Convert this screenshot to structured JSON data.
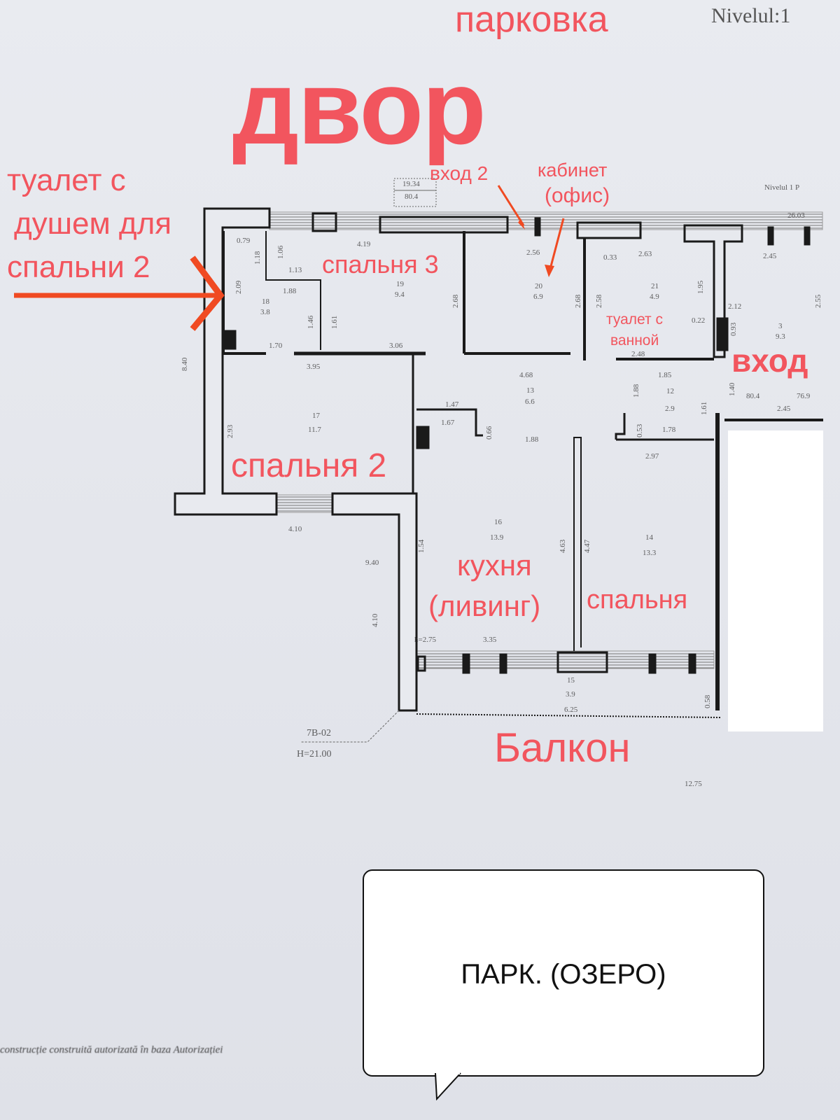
{
  "header": {
    "parking": "парковка",
    "level": "Nivelul:1",
    "yard": "двор"
  },
  "labels": {
    "toilet_shower": [
      "туалет с",
      "душем для",
      "спальни 2"
    ],
    "entrance2": "вход 2",
    "office": [
      "кабинет",
      "(офис)"
    ],
    "bedroom3": "спальня 3",
    "toilet_bath": [
      "туалет с",
      "ванной"
    ],
    "entrance": "вход",
    "bedroom2": "спальня 2",
    "kitchen": [
      "кухня",
      "(ливинг)"
    ],
    "bedroom": "спальня",
    "balcony": "Балкон"
  },
  "plan": {
    "stamp": [
      "19.34",
      "80.4"
    ],
    "level_small": "Nivelul 1 P",
    "rooms": [
      {
        "no": "18",
        "area": "3.8"
      },
      {
        "no": "19",
        "area": "9.4"
      },
      {
        "no": "20",
        "area": "6.9"
      },
      {
        "no": "21",
        "area": "4.9"
      },
      {
        "no": "3",
        "area": "9.3"
      },
      {
        "no": "17",
        "area": "11.7"
      },
      {
        "no": "13",
        "area": "6.6"
      },
      {
        "no": "12",
        "area": "2.9"
      },
      {
        "no": "16",
        "area": "13.9"
      },
      {
        "no": "14",
        "area": "13.3"
      },
      {
        "no": "15",
        "area": "3.9"
      }
    ],
    "dims": {
      "d419": "4.19",
      "d256": "2.56",
      "d263": "2.63",
      "d2603": "26.03",
      "d245a": "2.45",
      "d079": "0.79",
      "d118": "1.18",
      "d106": "1.06",
      "d113": "1.13",
      "d188": "1.88",
      "d209": "2.09",
      "d146": "1.46",
      "d161": "1.61",
      "d170": "1.70",
      "d306": "3.06",
      "d268a": "2.68",
      "d268b": "2.68",
      "d258": "2.58",
      "d033": "0.33",
      "d195": "1.95",
      "d212": "2.12",
      "d022": "0.22",
      "d093": "0.93",
      "d248": "2.48",
      "d255": "2.55",
      "d840": "8.40",
      "d395": "3.95",
      "d468": "4.68",
      "d185": "1.85",
      "d147": "1.47",
      "d167": "1.67",
      "d066": "0.66",
      "d188b": "1.88",
      "d188c": "1.88",
      "d053": "0.53",
      "d178": "1.78",
      "d161b": "1.61",
      "d140": "1.40",
      "d297": "2.97",
      "d293": "2.93",
      "d410": "4.10",
      "d940": "9.40",
      "d410b": "4.10",
      "d154": "1.54",
      "d463": "4.63",
      "d447": "4.47",
      "d275": "h=2.75",
      "d335": "3.35",
      "d625": "6.25",
      "d058": "0.58",
      "d1275": "12.75",
      "d245b": "2.45",
      "d804": "80.4",
      "d769": "76.9",
      "mark": "7B-02",
      "height": "H=21.00"
    }
  },
  "callout": {
    "text": "ПАРК. (ОЗЕРО)"
  },
  "footer": {
    "note": "construcție construită autorizată în baza Autorizației"
  },
  "colors": {
    "annotation": "#f2555e",
    "arrow": "#f04a22",
    "wall": "#1a1a1a",
    "paper": "#e6e8ee"
  }
}
